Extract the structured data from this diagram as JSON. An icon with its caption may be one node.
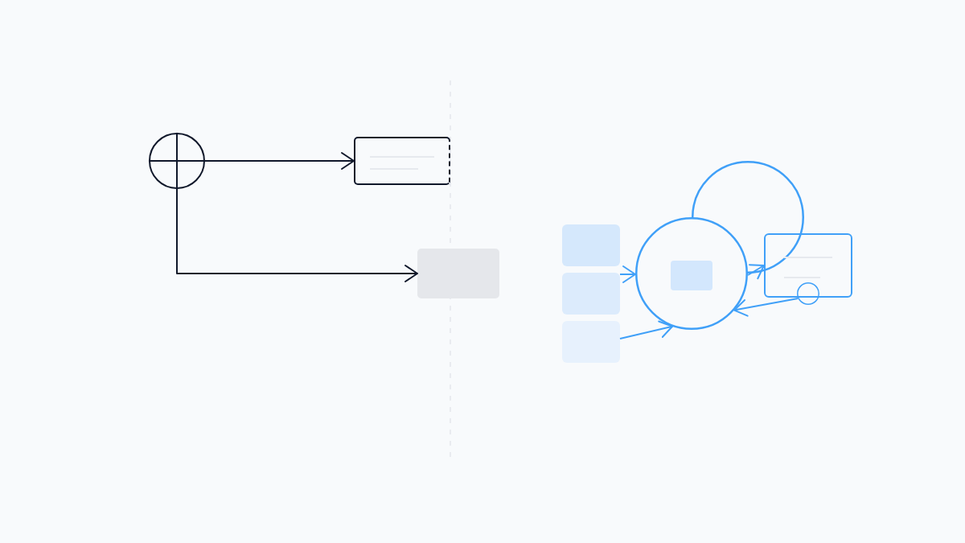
{
  "diagram": {
    "nodes": [
      {
        "text": [],
        "shape": "circle"
      },
      {
        "text": [],
        "shape": "box"
      },
      {
        "text": [],
        "shape": "box"
      },
      {
        "text": [],
        "shape": "box"
      },
      {
        "text": [],
        "shape": "box"
      },
      {
        "text": [],
        "shape": "box"
      },
      {
        "text": [],
        "shape": "circle"
      },
      {
        "text": [],
        "shape": "box",
        "in": 6
      },
      {
        "text": [],
        "shape": "circle"
      },
      {
        "text": [],
        "shape": "box"
      },
      {
        "text": [],
        "shape": "circle"
      }
    ],
    "edges": [
      {
        "from": 0,
        "to": 1,
        "arrow": "to",
        "color": "#0f172a"
      },
      {
        "from": 0,
        "to": 2,
        "arrow": "to",
        "color": "#0f172a"
      },
      {
        "from": 4,
        "to": 6,
        "arrow": "to"
      },
      {
        "from": 6,
        "to": 9,
        "arrow": "to"
      },
      {
        "from": 10,
        "to": 6,
        "arrow": "to"
      },
      {
        "from": 5,
        "to": 6,
        "arrow": "to"
      }
    ]
  }
}
